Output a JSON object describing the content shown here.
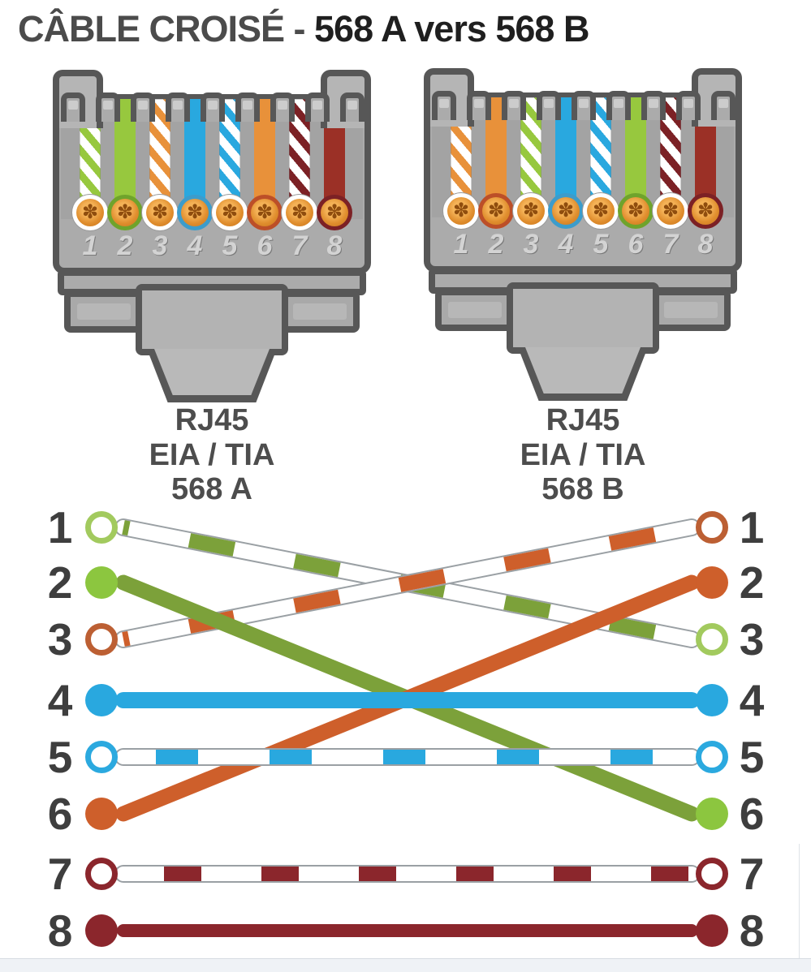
{
  "title": {
    "part1": "CÂBLE CROISÉ - ",
    "part2": "568 A vers 568 B"
  },
  "colors": {
    "title_main": "#4B4B4B",
    "title_strong": "#1F1F1F",
    "label_text": "#4D4D4D",
    "schematic_number": "#3E3E3E",
    "connector_border": "#575757",
    "connector_body": "#ABABAB",
    "stripe_outline_gray": "#9AA0A4",
    "copper": "#E8953F",
    "copper_dark": "#8F4D0E",
    "wire_green": "#97C83E",
    "wire_orange": "#E8913A",
    "wire_blue": "#29A8DF",
    "wire_brown": "#9B3026",
    "stripe_green": "#97C83E",
    "stripe_orange": "#E8913A",
    "stripe_blue": "#29A8DF",
    "stripe_brown": "#7C2125",
    "line_green": "#7CA13A",
    "line_orange": "#CE5F2B",
    "line_blue": "#29A8DF",
    "line_brown": "#8B262C",
    "dot_green": "#8CC63F",
    "dot_orange": "#CE5F2B",
    "dot_blue": "#29A8DF",
    "dot_brown": "#8B262C",
    "ring_green": "#A2CA5E",
    "ring_orange": "#BC5F33",
    "ring_blue": "#2BA9DF",
    "ring_brown": "#8B262C",
    "ring_solid_green": "#6FA32C",
    "ring_solid_orange": "#BC4F28",
    "ring_solid_blue": "#3C9CCB",
    "ring_solid_brown": "#7C2125"
  },
  "pin_numbers": [
    "1",
    "2",
    "3",
    "4",
    "5",
    "6",
    "7",
    "8"
  ],
  "connectors": [
    {
      "id": "A",
      "label_lines": [
        "RJ45",
        "EIA / TIA",
        "568 A"
      ],
      "pins": [
        {
          "pin": "1",
          "wire": "white-green",
          "style": "striped",
          "color": "green"
        },
        {
          "pin": "2",
          "wire": "green",
          "style": "solid",
          "color": "green"
        },
        {
          "pin": "3",
          "wire": "white-orange",
          "style": "striped",
          "color": "orange"
        },
        {
          "pin": "4",
          "wire": "blue",
          "style": "solid",
          "color": "blue"
        },
        {
          "pin": "5",
          "wire": "white-blue",
          "style": "striped",
          "color": "blue"
        },
        {
          "pin": "6",
          "wire": "orange",
          "style": "solid",
          "color": "orange"
        },
        {
          "pin": "7",
          "wire": "white-brown",
          "style": "striped",
          "color": "brown"
        },
        {
          "pin": "8",
          "wire": "brown",
          "style": "solid",
          "color": "brown"
        }
      ]
    },
    {
      "id": "B",
      "label_lines": [
        "RJ45",
        "EIA / TIA",
        "568 B"
      ],
      "pins": [
        {
          "pin": "1",
          "wire": "white-orange",
          "style": "striped",
          "color": "orange"
        },
        {
          "pin": "2",
          "wire": "orange",
          "style": "solid",
          "color": "orange"
        },
        {
          "pin": "3",
          "wire": "white-green",
          "style": "striped",
          "color": "green"
        },
        {
          "pin": "4",
          "wire": "blue",
          "style": "solid",
          "color": "blue"
        },
        {
          "pin": "5",
          "wire": "white-blue",
          "style": "striped",
          "color": "blue"
        },
        {
          "pin": "6",
          "wire": "green",
          "style": "solid",
          "color": "green"
        },
        {
          "pin": "7",
          "wire": "white-brown",
          "style": "striped",
          "color": "brown"
        },
        {
          "pin": "8",
          "wire": "brown",
          "style": "solid",
          "color": "brown"
        }
      ]
    }
  ],
  "schematic": {
    "left_numbers": [
      "1",
      "2",
      "3",
      "4",
      "5",
      "6",
      "7",
      "8"
    ],
    "right_numbers": [
      "1",
      "2",
      "3",
      "4",
      "5",
      "6",
      "7",
      "8"
    ],
    "connections": [
      {
        "from": 1,
        "to": 3,
        "style": "striped",
        "color": "green"
      },
      {
        "from": 3,
        "to": 1,
        "style": "striped",
        "color": "orange"
      },
      {
        "from": 2,
        "to": 6,
        "style": "solid",
        "color": "green"
      },
      {
        "from": 6,
        "to": 2,
        "style": "solid",
        "color": "orange"
      },
      {
        "from": 5,
        "to": 5,
        "style": "striped",
        "color": "blue"
      },
      {
        "from": 7,
        "to": 7,
        "style": "striped",
        "color": "brown"
      },
      {
        "from": 4,
        "to": 4,
        "style": "solid",
        "color": "blue"
      },
      {
        "from": 8,
        "to": 8,
        "style": "solid",
        "color": "brown"
      }
    ]
  }
}
